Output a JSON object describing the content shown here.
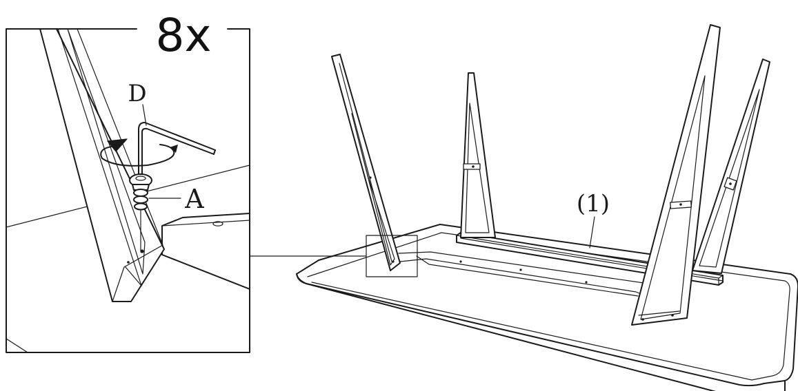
{
  "detail": {
    "quantity": "8x",
    "tool_label": "D",
    "screw_label": "A"
  },
  "main": {
    "part_label": "(1)"
  },
  "icons": [
    "allen-key-icon",
    "rotation-arrow-icon",
    "screw-icon"
  ]
}
